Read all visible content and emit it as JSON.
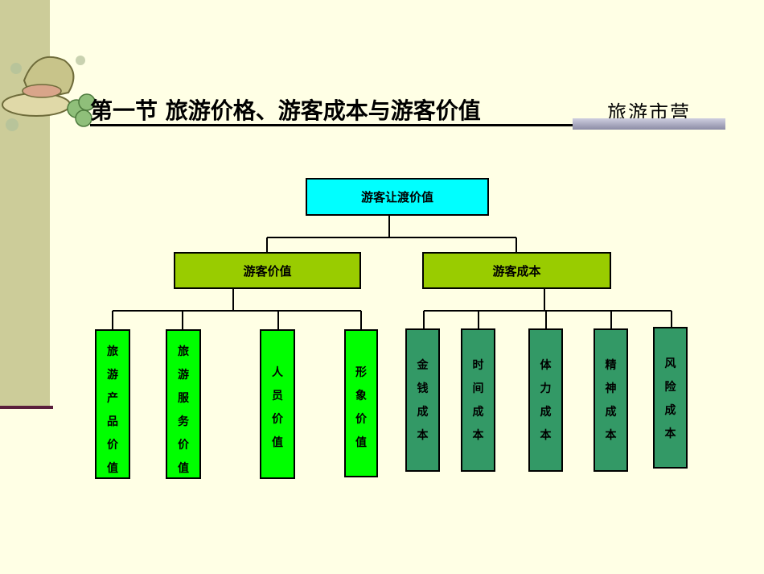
{
  "slide": {
    "title": "第一节 旅游价格、游客成本与游客价值",
    "subtitle": "旅游市营"
  },
  "diagram": {
    "root": "游客让渡价值",
    "branches": [
      {
        "label": "游客价值",
        "children": [
          "旅游产品价值",
          "旅游服务价值",
          "人员价值",
          "形象价值"
        ]
      },
      {
        "label": "游客成本",
        "children": [
          "金钱成本",
          "时间成本",
          "体力成本",
          "精神成本",
          "风险成本"
        ]
      }
    ]
  },
  "colors": {
    "background": "#ffffe5",
    "sidebar": "#cccc99",
    "root_box": "#00ffff",
    "branch_box": "#99cc00",
    "value_leaf": "#00ff00",
    "cost_leaf": "#339966"
  }
}
